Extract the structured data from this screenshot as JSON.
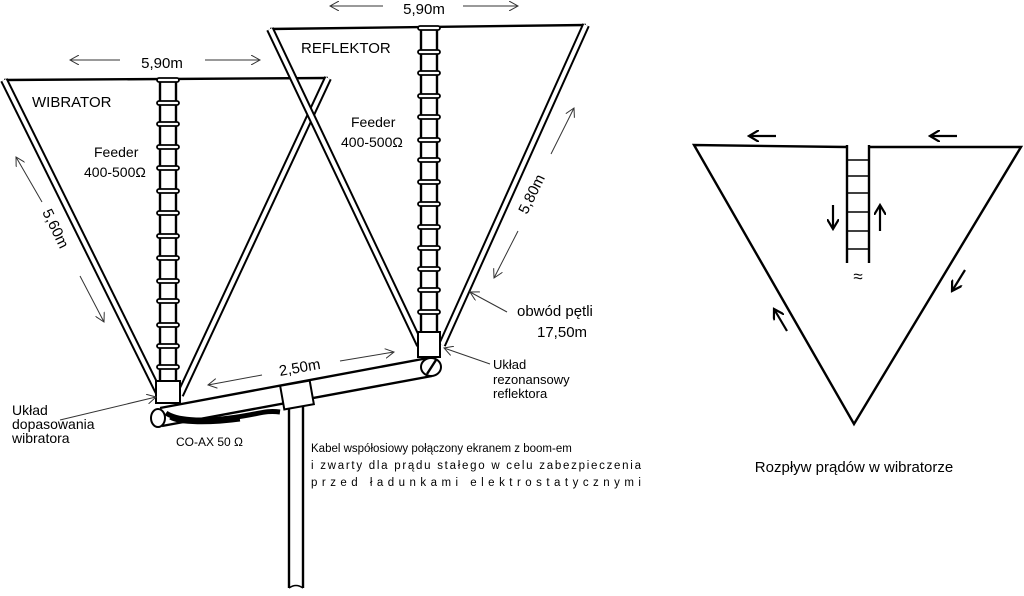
{
  "labels": {
    "wibrator_width": "5,90m",
    "reflektor_width": "5,90m",
    "wibrator": "WIBRATOR",
    "reflektor": "REFLEKTOR",
    "feeder_left_1": "Feeder",
    "feeder_left_2": "400-500Ω",
    "feeder_right_1": "Feeder",
    "feeder_right_2": "400-500Ω",
    "wibrator_side": "5,60m",
    "reflektor_side": "5,80m",
    "loop_1": "obwód pętli",
    "loop_2": "17,50m",
    "boom_length": "2,50m",
    "match_1": "Układ",
    "match_2": "dopasowania",
    "match_3": "wibratora",
    "coax": "CO-AX 50 Ω",
    "resonant_1": "Układ",
    "resonant_2": "rezonansowy",
    "resonant_3": "reflektora",
    "cable_note_1": "Kabel współosiowy połączony ekranem z boom-em",
    "cable_note_2": "i zwarty dla prądu stałego w celu zabezpieczenia",
    "cable_note_3": "przed ładunkami elektrostatycznymi",
    "current_title": "Rozpływ prądów w wibratorze",
    "squiggle": "≈"
  },
  "current_arrows": [
    {
      "name": "top-left-arrow",
      "direction": "left"
    },
    {
      "name": "top-right-arrow",
      "direction": "left"
    },
    {
      "name": "feeder-left-arrow",
      "direction": "down"
    },
    {
      "name": "feeder-right-arrow",
      "direction": "up"
    },
    {
      "name": "right-side-arrow",
      "direction": "down-left"
    },
    {
      "name": "left-side-arrow",
      "direction": "up-left"
    }
  ],
  "colors": {
    "ink": "#000000",
    "dimension_line": "#333333",
    "background": "#ffffff"
  }
}
